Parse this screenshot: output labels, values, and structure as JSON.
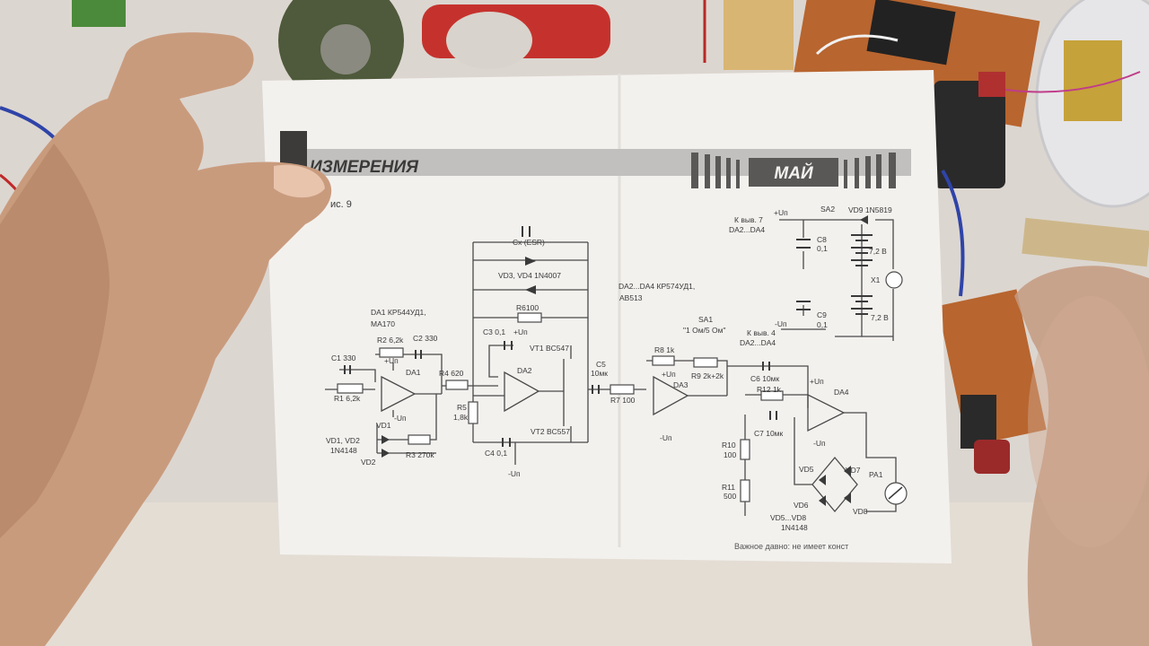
{
  "header": {
    "section_title": "ИЗМЕРЕНИЯ",
    "month": "МАЙ",
    "figure_ref": "ис. 9"
  },
  "schematic": {
    "labels": {
      "da1_type": "DA1 КР544УД1,",
      "da1_alt": "МА170",
      "r2": "R2 6,2k",
      "c2": "C2 330",
      "c1": "C1 330",
      "r1": "R1 6,2k",
      "da1": "DA1",
      "r4": "R4 620",
      "vd1": "VD1",
      "vd1_vd2": "VD1, VD2",
      "d_1n4148": "1N4148",
      "vd2": "VD2",
      "r3": "R3 270k",
      "cx": "Cx (ESR)",
      "vd3_vd4": "VD3, VD4 1N4007",
      "r6100": "R6100",
      "c3": "C3 0,1",
      "vt1": "VT1 BC547",
      "da2": "DA2",
      "r5": "R5",
      "r5_val": "1,8k",
      "vt2": "VT2 BC557",
      "c4": "C4 0,1",
      "c5": "C5",
      "c5_val": "10мк",
      "r7": "R7 100",
      "da2_da4": "DA2...DA4 КР574УД1,",
      "ab513": "AB513",
      "sa1": "SA1",
      "sa1_modes": "\"1 Ом/5 Ом\"",
      "r8": "R8 1k",
      "r9": "R9 2k+2k",
      "da3": "DA3",
      "c6": "C6 10мк",
      "r12": "R12 1k",
      "da4": "DA4",
      "c7": "C7 10мк",
      "r10": "R10",
      "r10_val": "100",
      "r11": "R11",
      "r11_val": "500",
      "vd5": "VD5",
      "vd6": "VD6",
      "vd7": "VD7",
      "vd8": "VD8",
      "vd5_vd8": "VD5...VD8",
      "pa1": "PA1",
      "k_pin7": "К выв. 7",
      "k_pin4": "К выв. 4",
      "da2_da4_short": "DA2...DA4",
      "sa2": "SA2",
      "vd9": "VD9 1N5819",
      "c8": "C8",
      "c8_val": "0,1",
      "c9": "C9",
      "c9_val": "0,1",
      "v72a": "7,2 В",
      "v72b": "7,2 В",
      "x1": "X1",
      "plus_un": "+Uп",
      "minus_un": "-Uп",
      "footer": "Важное давно: не имеет конст"
    }
  },
  "colors": {
    "paper": "#f3f1ee",
    "ink": "#3a3a3a",
    "banner_gray": "#b4b2b0",
    "banner_dark": "#5a5857",
    "skin": "#c79a7c",
    "skin_shadow": "#9d7257",
    "desk": "#d9d4cf",
    "pcb_brown": "#b8652f"
  }
}
